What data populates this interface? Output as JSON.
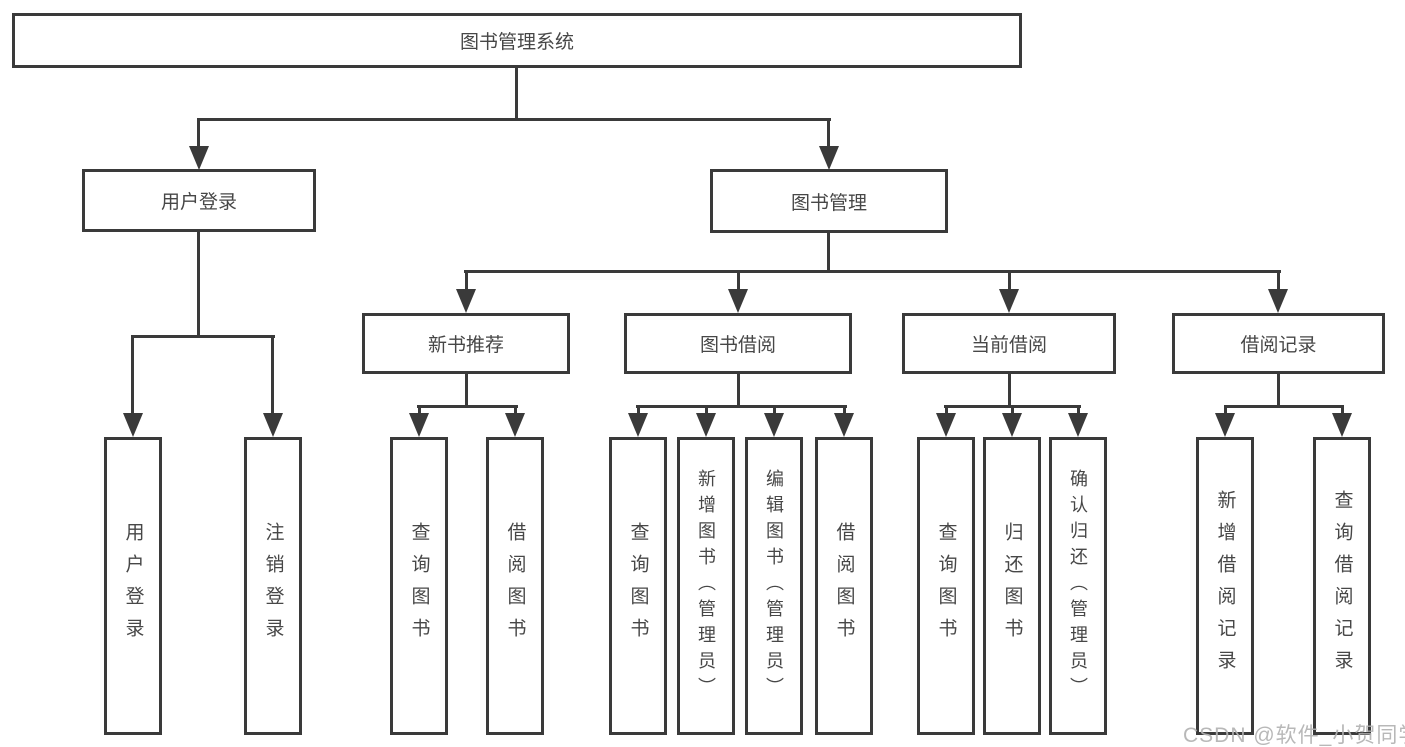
{
  "diagram_title": "图书管理系统",
  "colors": {
    "line": "#3a3a3a",
    "text": "#474747",
    "background": "#ffffff",
    "watermark": "#b2b2b2"
  },
  "tree": {
    "root": {
      "label": "图书管理系统",
      "children": [
        {
          "label": "用户登录",
          "children": [
            {
              "label": "用户登录"
            },
            {
              "label": "注销登录"
            }
          ]
        },
        {
          "label": "图书管理",
          "children": [
            {
              "label": "新书推荐",
              "children": [
                {
                  "label": "查询图书"
                },
                {
                  "label": "借阅图书"
                }
              ]
            },
            {
              "label": "图书借阅",
              "children": [
                {
                  "label": "查询图书"
                },
                {
                  "label": "新增图书（管理员）"
                },
                {
                  "label": "编辑图书（管理员）"
                },
                {
                  "label": "借阅图书"
                }
              ]
            },
            {
              "label": "当前借阅",
              "children": [
                {
                  "label": "查询图书"
                },
                {
                  "label": "归还图书"
                },
                {
                  "label": "确认归还（管理员）"
                }
              ]
            },
            {
              "label": "借阅记录",
              "children": [
                {
                  "label": "新增借阅记录"
                },
                {
                  "label": "查询借阅记录"
                }
              ]
            }
          ]
        }
      ]
    }
  },
  "watermark": "CSDN @软件_小贺同学"
}
